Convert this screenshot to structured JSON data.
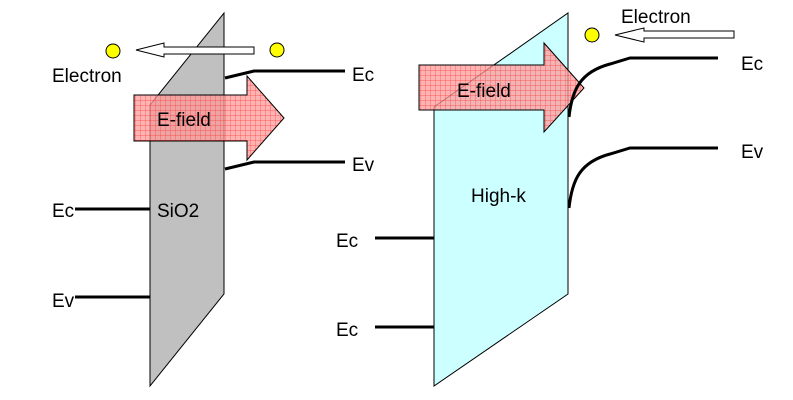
{
  "left_panel": {
    "material_label": "SiO2",
    "electron_label": "Electron",
    "efield_label": "E-field",
    "right_ec_label": "Ec",
    "right_ev_label": "Ev",
    "left_ec_label": "Ec",
    "left_ev_label": "Ev",
    "material_color": "#c0c0c0"
  },
  "right_panel": {
    "material_label": "High-k",
    "electron_label": "Electron",
    "efield_label": "E-field",
    "right_ec_label": "Ec",
    "right_ev_label": "Ev",
    "left_top_label": "Ec",
    "left_bottom_label": "Ec",
    "material_color": "#ccffff"
  },
  "colors": {
    "electron": "#ffff00",
    "efield_fill": "#ff9999",
    "efield_grid": "#ff0000"
  }
}
